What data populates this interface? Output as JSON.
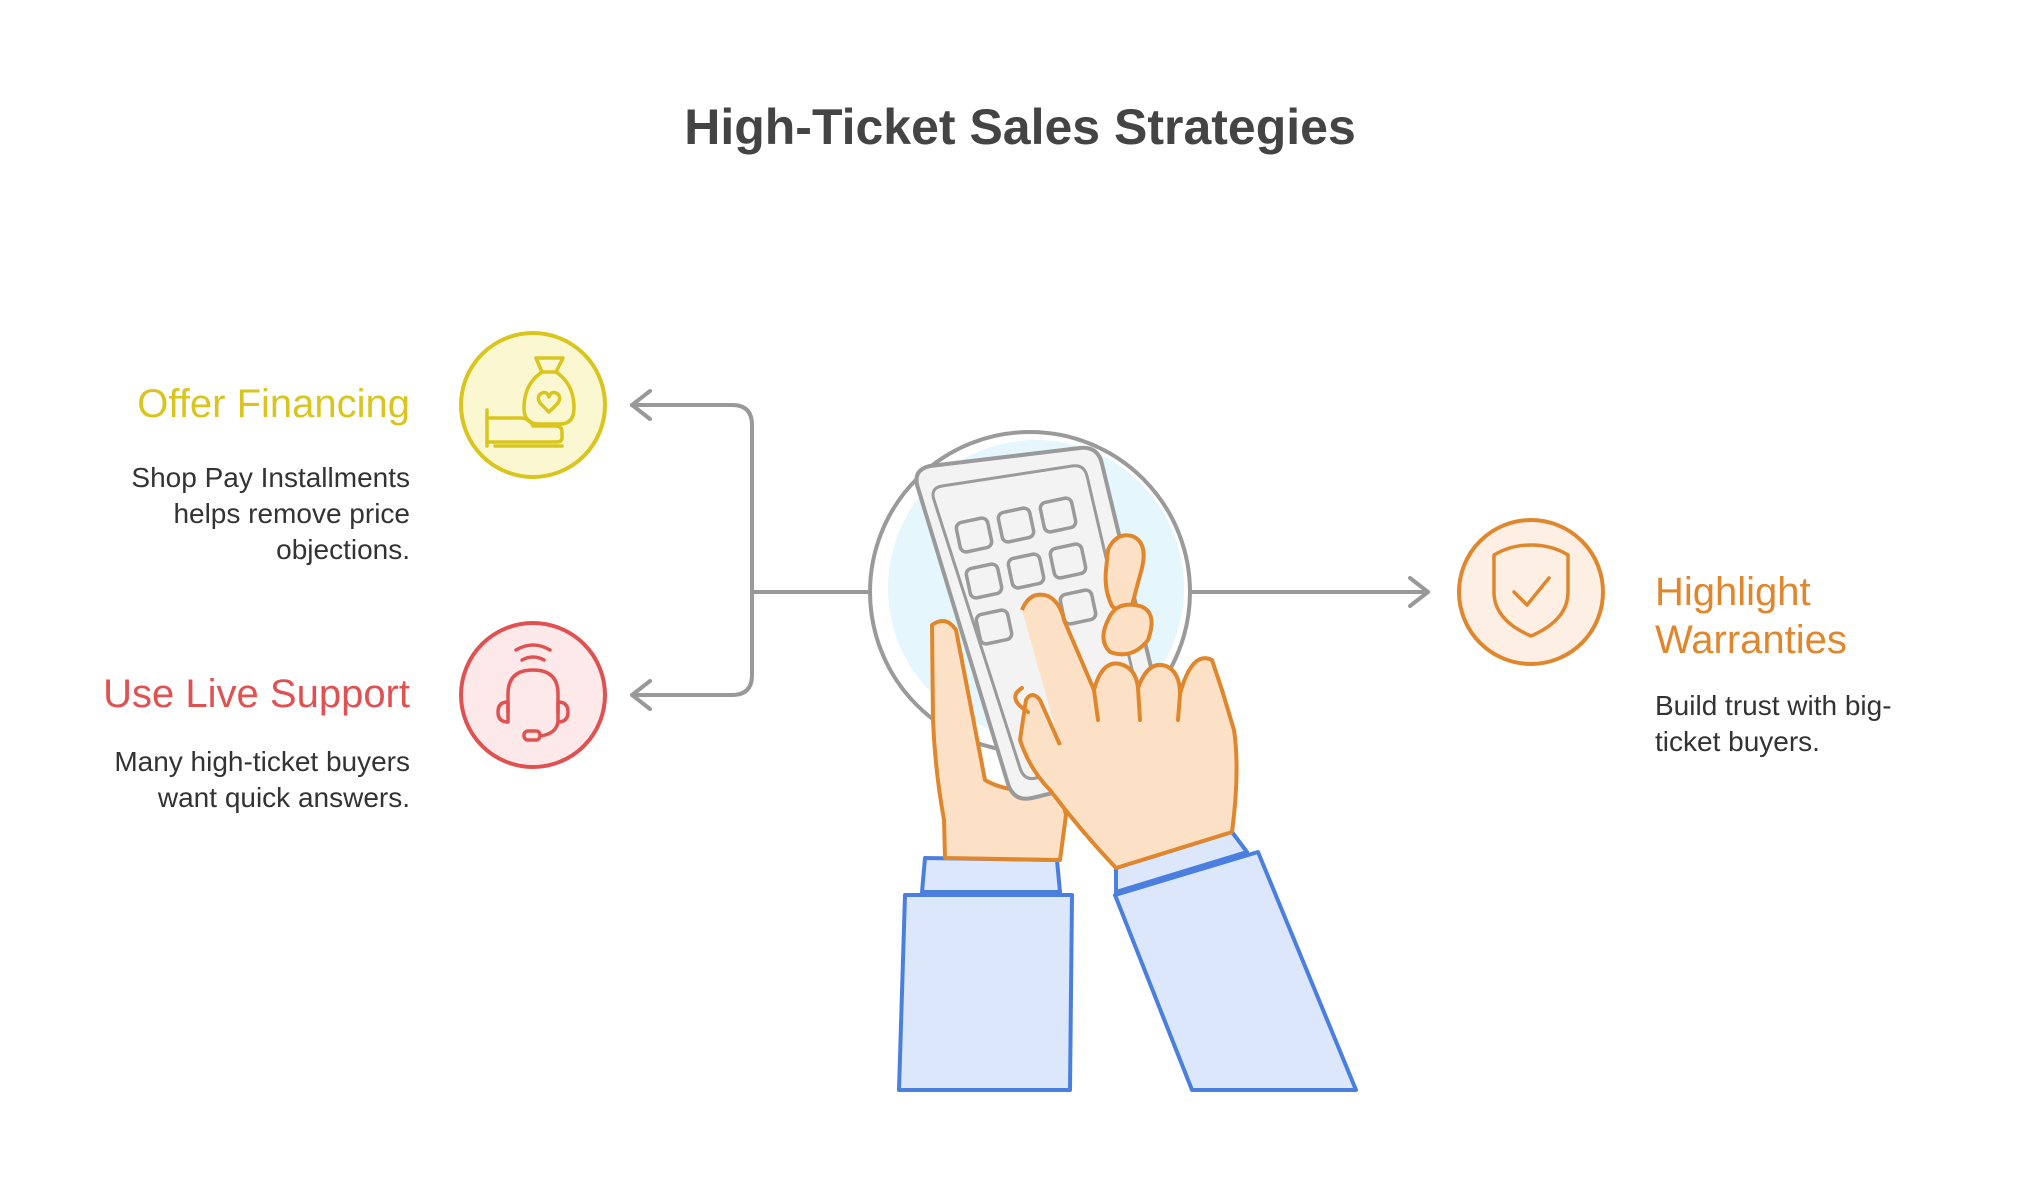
{
  "title": "High-Ticket Sales Strategies",
  "items": [
    {
      "heading": "Offer Financing",
      "description": "Shop Pay Installments helps remove price objections.",
      "icon": "hand-money-bag-heart-icon",
      "color": "#D9C51E",
      "fill": "#FBF7D0"
    },
    {
      "heading": "Use Live Support",
      "description": "Many high-ticket buyers want quick answers.",
      "icon": "headset-icon",
      "color": "#E05252",
      "fill": "#FDE9E9"
    },
    {
      "heading": "Highlight Warranties",
      "description": "Build trust with big-ticket buyers.",
      "icon": "shield-check-icon",
      "color": "#E0872E",
      "fill": "#FDEFE3"
    }
  ],
  "center": {
    "icon": "hands-calculator-icon"
  },
  "colors": {
    "connector": "#999999",
    "skin": "#FDE1C6",
    "skin_stroke": "#E0872E",
    "sleeve": "#DCE7FB",
    "sleeve_stroke": "#4A7FE0",
    "calculator": "#F3F3F3",
    "calculator_stroke": "#9A9A9A",
    "halo": "#E6F6FD"
  }
}
